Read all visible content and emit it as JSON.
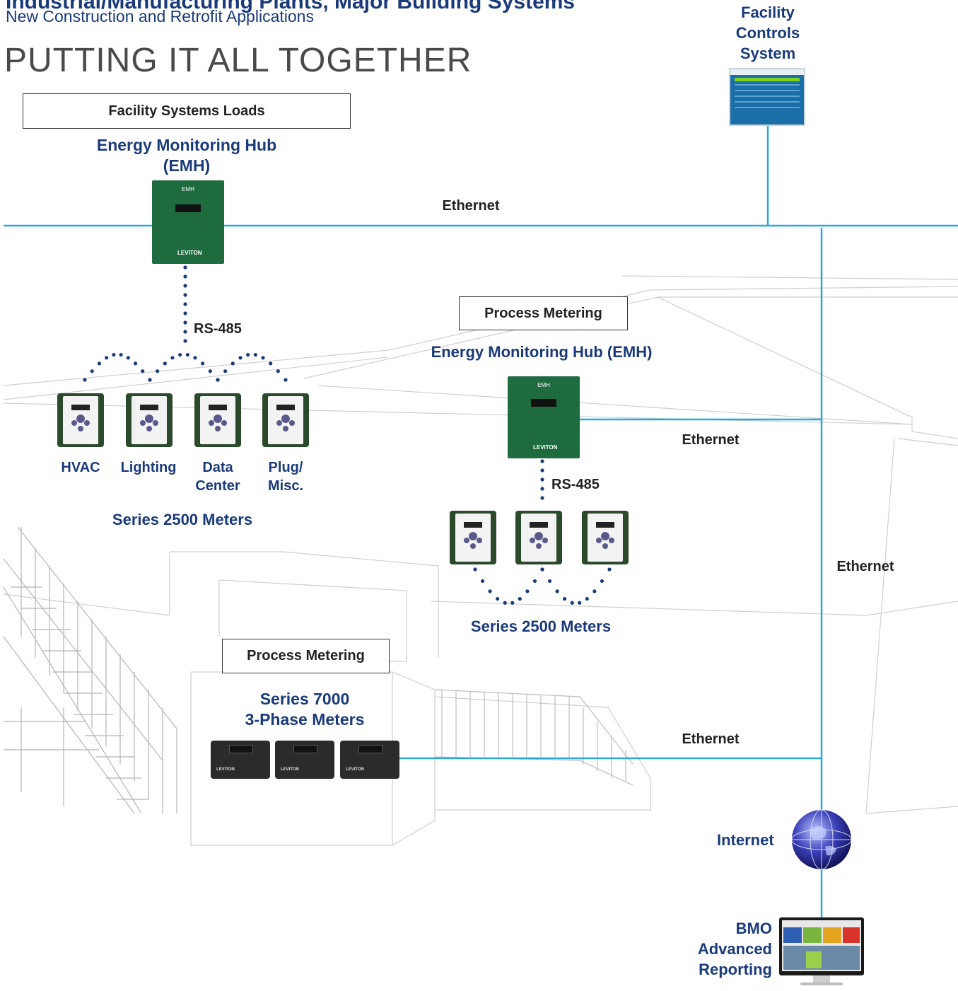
{
  "header": {
    "heading": "Industrial/Manufacturing Plants, Major Building Systems",
    "subtitle": "New Construction and Retrofit Applications",
    "title": "PUTTING IT ALL TOGETHER"
  },
  "facility_controls": {
    "label_line1": "Facility",
    "label_line2": "Controls",
    "label_line3": "System"
  },
  "facility_loads": {
    "box_label": "Facility Systems  Loads",
    "hub_line1": "Energy Monitoring Hub",
    "hub_line2": "(EMH)",
    "hub_device_text": "EMH",
    "hub_brand": "LEVITON",
    "rs485": "RS-485",
    "meters": [
      {
        "line1": "HVAC",
        "line2": ""
      },
      {
        "line1": "Lighting",
        "line2": ""
      },
      {
        "line1": "Data",
        "line2": "Center"
      },
      {
        "line1": "Plug/",
        "line2": "Misc."
      }
    ],
    "series_label": "Series 2500 Meters"
  },
  "process_1": {
    "box_label": "Process Metering",
    "hub_label": "Energy Monitoring Hub (EMH)",
    "hub_device_text": "EMH",
    "hub_brand": "LEVITON",
    "rs485": "RS-485",
    "series_label": "Series 2500 Meters"
  },
  "process_2": {
    "box_label": "Process Metering",
    "series_line1": "Series 7000",
    "series_line2": "3-Phase Meters",
    "meter_brand": "LEVITON"
  },
  "network": {
    "ethernet_top": "Ethernet",
    "ethernet_mid": "Ethernet",
    "ethernet_right": "Ethernet",
    "ethernet_bottom": "Ethernet",
    "internet": "Internet"
  },
  "bmo": {
    "line1": "BMO",
    "line2": "Advanced",
    "line3": "Reporting"
  },
  "colors": {
    "network_line": "#29a8e0",
    "navy": "#1b3a7a",
    "device_green": "#1e6b3f",
    "meter_dark": "#2b2b2b"
  }
}
